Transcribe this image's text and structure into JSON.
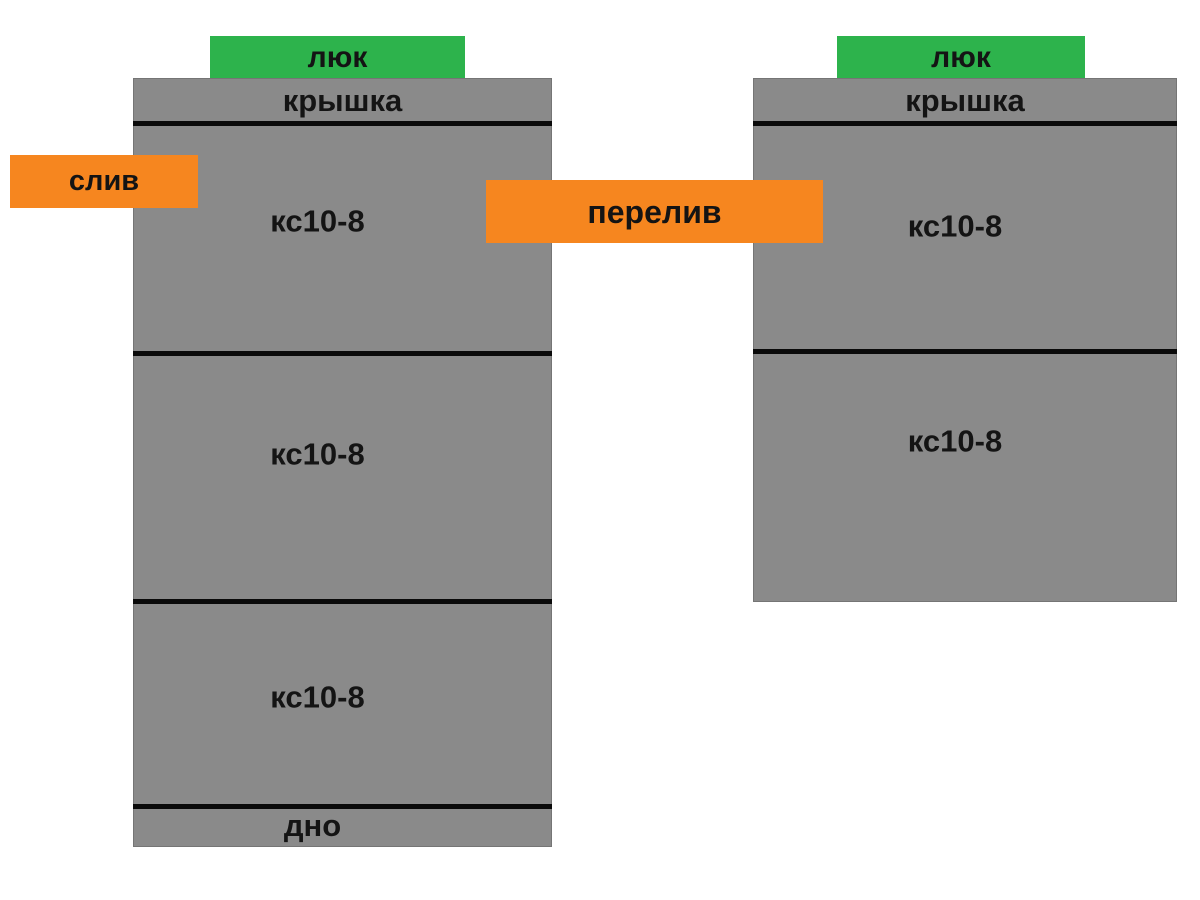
{
  "colors": {
    "background": "#ffffff",
    "tank_gray": "#8a8a8a",
    "hatch_green": "#2db34c",
    "label_orange": "#f6861f",
    "divider_black": "#0a0a0a",
    "text_black": "#141414"
  },
  "left_tank": {
    "hatch_label": "люк",
    "cover_label": "крышка",
    "sections": [
      {
        "label": "кс10-8"
      },
      {
        "label": "кс10-8"
      },
      {
        "label": "кс10-8"
      }
    ],
    "bottom_label": "дно"
  },
  "right_tank": {
    "hatch_label": "люк",
    "cover_label": "крышка",
    "sections": [
      {
        "label": "кс10-8"
      },
      {
        "label": "кс10-8"
      }
    ]
  },
  "pipes": {
    "drain_label": "слив",
    "overflow_label": "перелив"
  }
}
